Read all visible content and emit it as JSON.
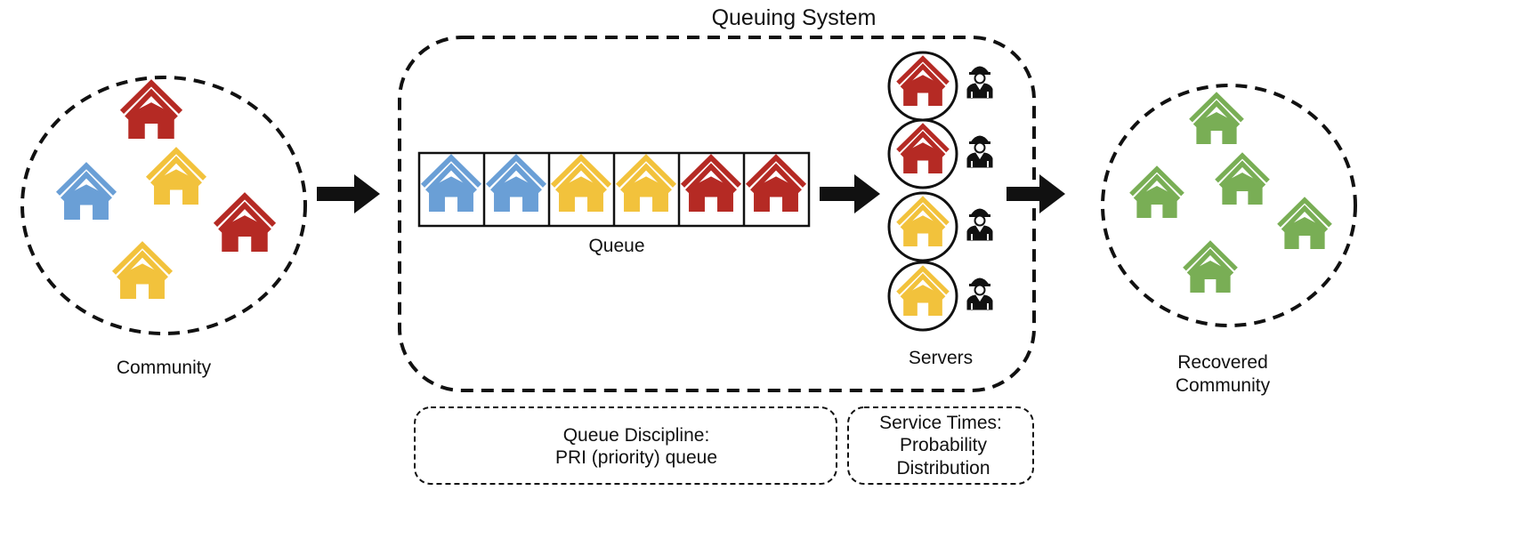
{
  "labels": {
    "system_title": "Queuing System",
    "community": "Community",
    "queue": "Queue",
    "servers": "Servers",
    "recovered_line1": "Recovered",
    "recovered_line2": "Community",
    "discipline_line1": "Queue Discipline:",
    "discipline_line2": "PRI (priority) queue",
    "service_line1": "Service Times:",
    "service_line2": "Probability",
    "service_line3": "Distribution"
  },
  "colors": {
    "red": "#b52a24",
    "yellow": "#f2c23c",
    "blue": "#6a9fd6",
    "green": "#79ae55",
    "line": "#111111"
  },
  "community_houses": [
    "red",
    "blue",
    "yellow",
    "red",
    "yellow"
  ],
  "queue_houses": [
    "blue",
    "blue",
    "yellow",
    "yellow",
    "red",
    "red"
  ],
  "server_houses": [
    "red",
    "red",
    "yellow",
    "yellow"
  ],
  "recovered_houses": [
    "green",
    "green",
    "green",
    "green",
    "green"
  ],
  "icons": {
    "house": "house-icon",
    "worker": "worker-icon",
    "arrow": "arrow-right-icon"
  }
}
